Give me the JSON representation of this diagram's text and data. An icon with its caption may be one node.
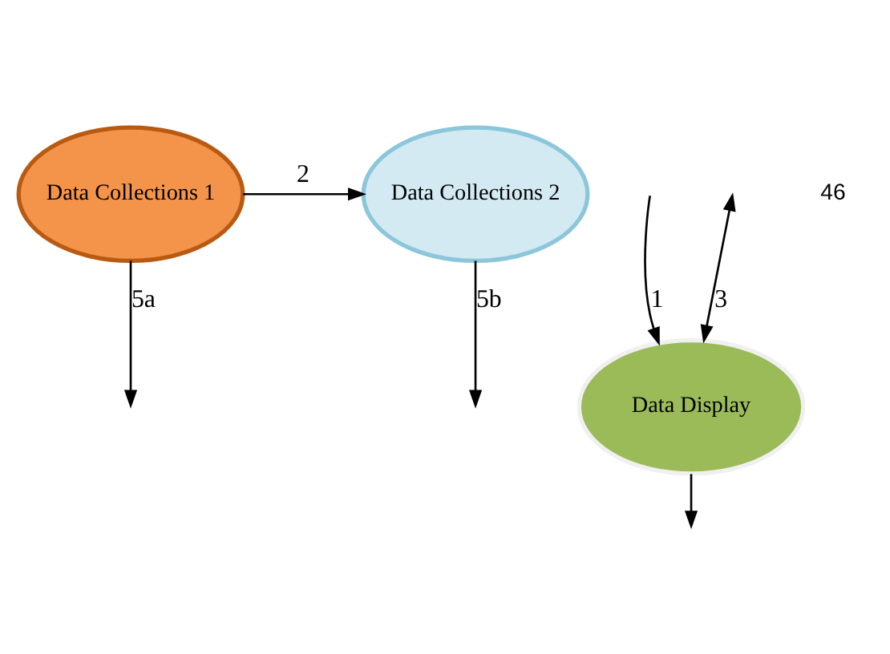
{
  "diagram": {
    "nodes": [
      {
        "text": [
          "Data Collections 1"
        ]
      },
      {
        "text": [
          "Data Collections 2"
        ]
      },
      {
        "text": [
          "Data Display"
        ]
      }
    ],
    "edges": [
      {
        "from": 0,
        "to": 1,
        "arrow": "to",
        "label": "2"
      },
      {
        "from": null,
        "to": 2,
        "arrow": "to",
        "label": "1"
      },
      {
        "from": 2,
        "to": null,
        "arrow": "both",
        "label": "3"
      },
      {
        "from": 0,
        "to": null,
        "arrow": "to",
        "label": "5a"
      },
      {
        "from": 1,
        "to": null,
        "arrow": "to",
        "label": "5b"
      },
      {
        "from": 2,
        "to": null,
        "arrow": "to"
      }
    ],
    "labels": [
      "46"
    ]
  }
}
